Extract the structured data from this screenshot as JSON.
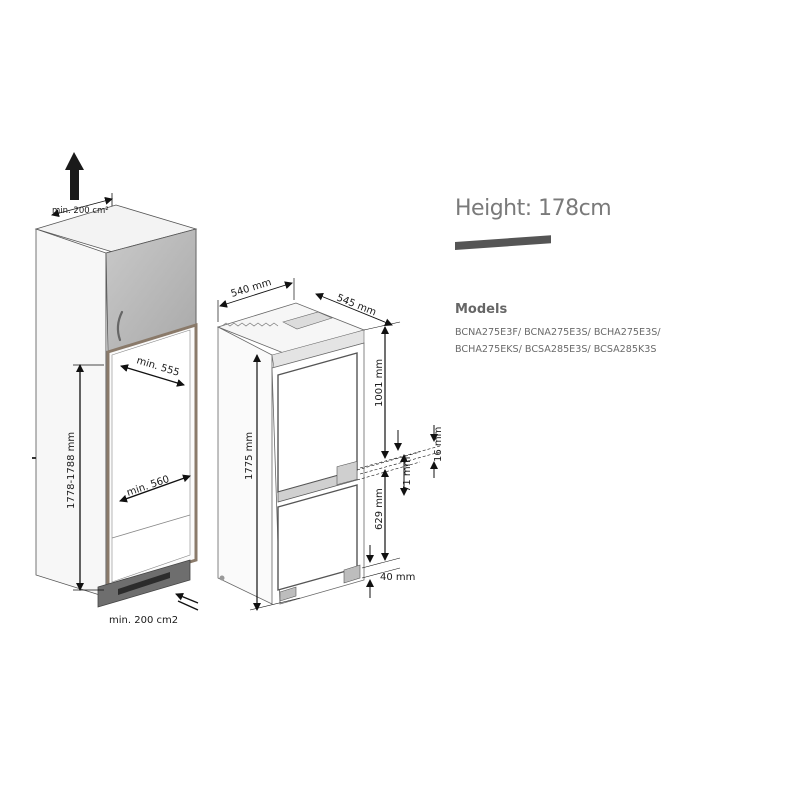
{
  "info": {
    "height_title": "Height: 178cm",
    "models_heading": "Models",
    "models_line1": "BCNA275E3F/ BCNA275E3S/ BCHA275E3S/",
    "models_line2": "BCHA275EKS/ BCSA285E3S/ BCSA285K3S",
    "bar_color": "#555555"
  },
  "cabinet": {
    "vent_top_label": "min. 200 cm²",
    "vent_bottom_label": "min. 200 cm2",
    "width_top_label": "min. 555",
    "width_bottom_label": "min. 560",
    "height_label": "1778-1788 mm"
  },
  "fridge": {
    "width_label": "540 mm",
    "depth_label": "545 mm",
    "height_label": "1775 mm",
    "upper_door_label": "1001 mm",
    "gap_label": "16 mm",
    "middle_label": "71 mm",
    "lower_door_label": "629 mm",
    "bottom_label": "40 mm"
  }
}
